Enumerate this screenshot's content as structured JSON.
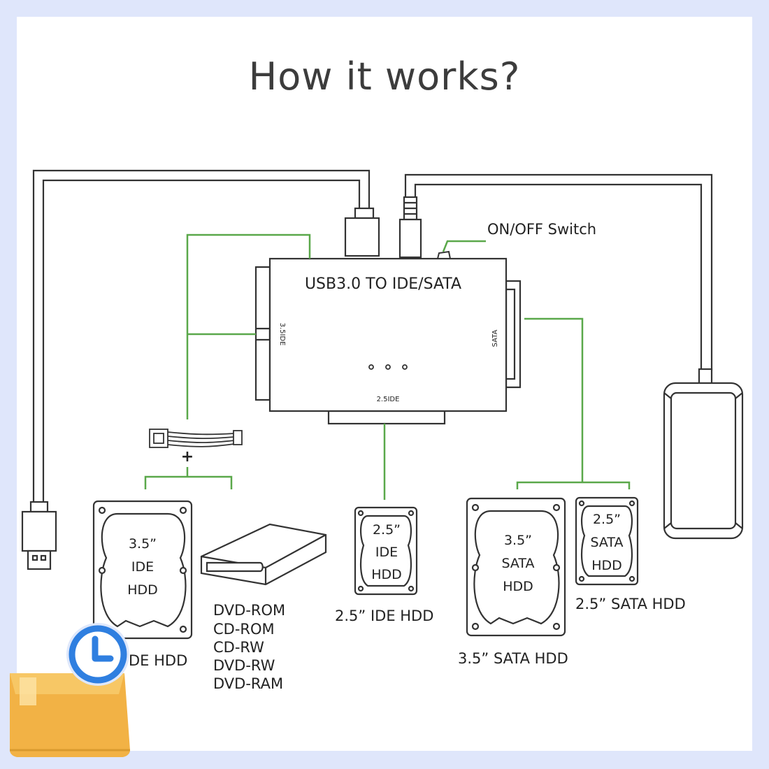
{
  "title": "How it works?",
  "device": {
    "name": "USB3.0 TO IDE/SATA",
    "port_35ide": "3.5IDE",
    "port_sata": "SATA",
    "port_25ide": "2.5IDE"
  },
  "switch_label": "ON/OFF Switch",
  "plus": "+",
  "drives": {
    "ide35": {
      "l1": "3.5”",
      "l2": "IDE",
      "l3": "HDD",
      "caption": "DE HDD"
    },
    "ide25": {
      "l1": "2.5”",
      "l2": "IDE",
      "l3": "HDD",
      "caption": "2.5”  IDE HDD"
    },
    "sata35": {
      "l1": "3.5”",
      "l2": "SATA",
      "l3": "HDD",
      "caption": "3.5”  SATA HDD"
    },
    "sata25": {
      "l1": "2.5”",
      "l2": "SATA",
      "l3": "HDD",
      "caption": "2.5”  SATA HDD"
    }
  },
  "optical": [
    "DVD-ROM",
    "CD-ROM",
    "CD-RW",
    "DVD-RW",
    "DVD-RAM"
  ],
  "colors": {
    "connector": "#5aa84a",
    "line": "#333333",
    "badge_blue": "#2f7fe0",
    "box": "#f3b440"
  }
}
